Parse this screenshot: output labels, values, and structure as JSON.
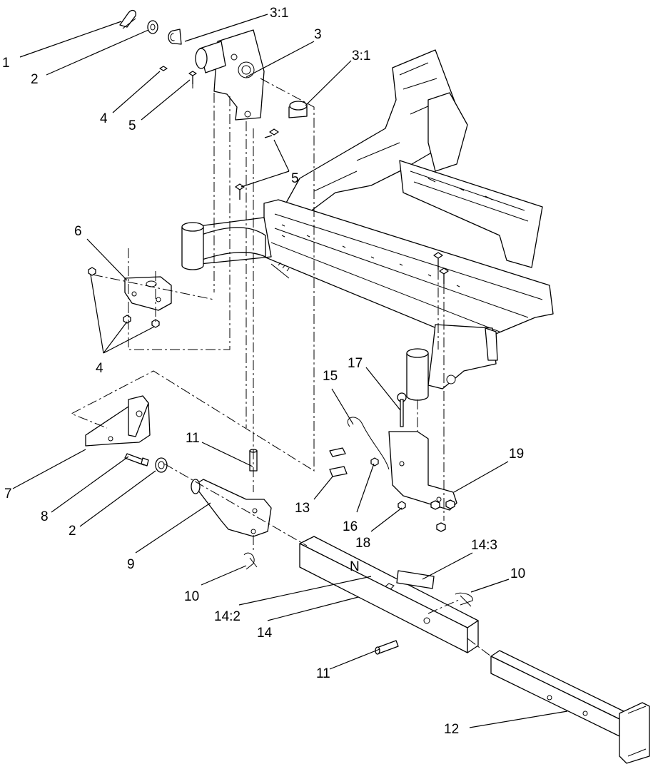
{
  "callouts": {
    "c1": "1",
    "c2a": "2",
    "c2b": "2",
    "c3": "3",
    "c3_1a": "3:1",
    "c3_1b": "3:1",
    "c4a": "4",
    "c4b": "4",
    "c5a": "5",
    "c5b": "5",
    "c6": "6",
    "c7": "7",
    "c8": "8",
    "c9": "9",
    "c10a": "10",
    "c10b": "10",
    "c11a": "11",
    "c11b": "11",
    "c12": "12",
    "c13": "13",
    "c14": "14",
    "c14_2": "14:2",
    "c14_3": "14:3",
    "c15": "15",
    "c16": "16",
    "c17": "17",
    "c18": "18",
    "c19": "19"
  },
  "decal_text": "N"
}
